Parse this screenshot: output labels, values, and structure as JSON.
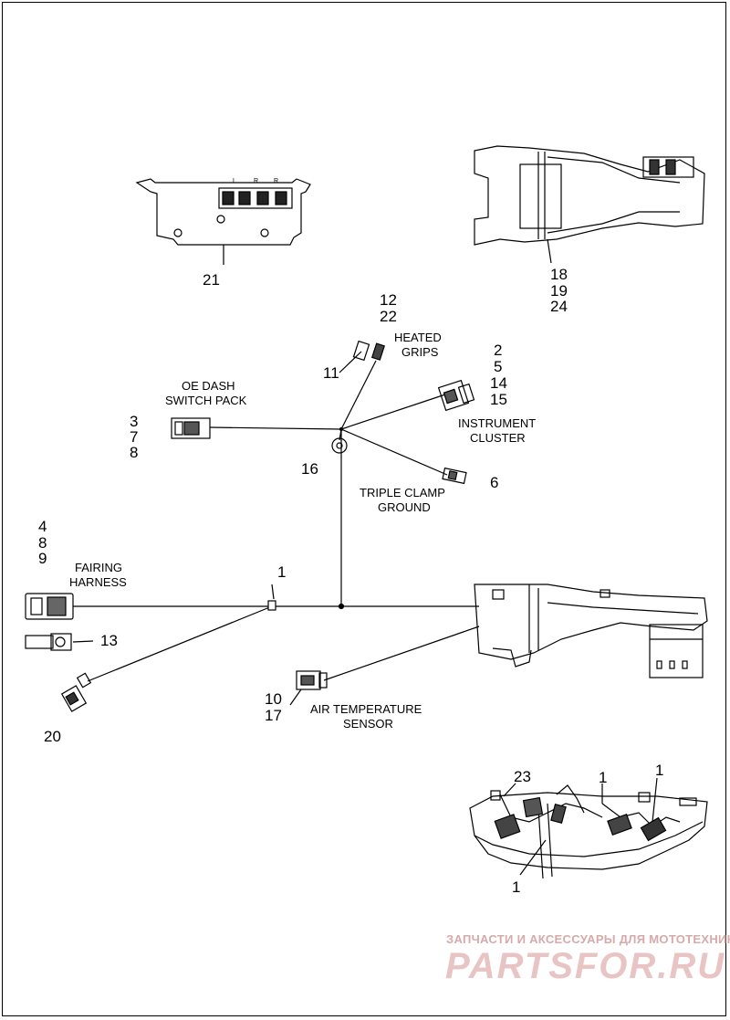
{
  "callouts": {
    "c21": "21",
    "c18": "18",
    "c19": "19",
    "c24": "24",
    "c12": "12",
    "c22": "22",
    "c11": "11",
    "c2": "2",
    "c5": "5",
    "c14": "14",
    "c15": "15",
    "c3": "3",
    "c7": "7",
    "c8a": "8",
    "c16": "16",
    "c6": "6",
    "c4": "4",
    "c8b": "8",
    "c9": "9",
    "c1a": "1",
    "c13": "13",
    "c10": "10",
    "c17": "17",
    "c20": "20",
    "c23": "23",
    "c1b": "1",
    "c1c": "1",
    "c1d": "1"
  },
  "captions": {
    "heated_1": "HEATED",
    "heated_2": "GRIPS",
    "oe_1": "OE DASH",
    "oe_2": "SWITCH PACK",
    "instr_1": "INSTRUMENT",
    "instr_2": "CLUSTER",
    "triple_1": "TRIPLE CLAMP",
    "triple_2": "GROUND",
    "fairing_1": "FAIRING",
    "fairing_2": "HARNESS",
    "air_1": "AIR TEMPERATURE",
    "air_2": "SENSOR"
  },
  "switch_letters": {
    "l": "L",
    "r1": "R",
    "r2": "R"
  },
  "watermark": {
    "line1": "ЗАПЧАСТИ И АКСЕССУАРЫ ДЛЯ МОТОТЕХНИКИ",
    "line2": "PARTSFOR.RU"
  }
}
